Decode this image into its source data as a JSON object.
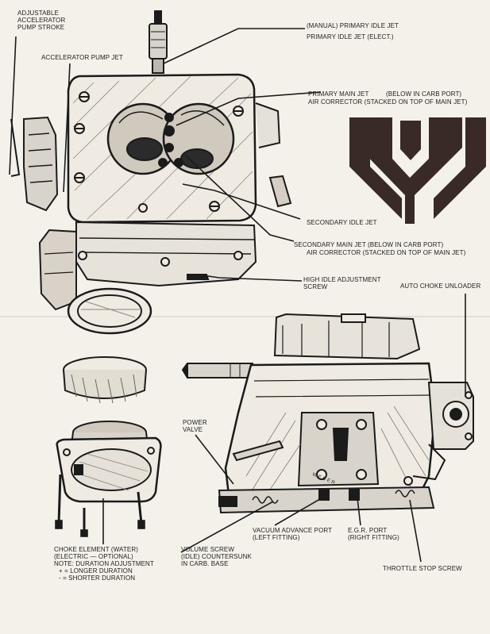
{
  "labels": {
    "adjustable_pump_stroke": [
      "ADJUSTABLE",
      "ACCELERATOR",
      "PUMP STROKE"
    ],
    "accelerator_pump_jet": "ACCELERATOR PUMP JET",
    "manual_primary_idle_jet": "(MANUAL) PRIMARY IDLE JET",
    "elect_primary_idle_jet": "PRIMARY IDLE JET (ELECT.)",
    "primary_main_jet": "PRIMARY MAIN JET",
    "below_in_carb_port": "(BELOW IN CARB PORT)",
    "air_corrector_primary": "AIR CORRECTOR (STACKED ON TOP OF MAIN JET)",
    "secondary_idle_jet": "SECONDARY IDLE JET",
    "secondary_main_jet": "SECONDARY MAIN JET (BELOW IN CARB PORT)",
    "air_corrector_secondary": "AIR CORRECTOR (STACKED ON TOP OF MAIN JET)",
    "high_idle_screw": [
      "HIGH IDLE ADJUSTMENT",
      "SCREW"
    ],
    "auto_choke_unloader": "AUTO CHOKE UNLOADER",
    "power_valve": [
      "POWER",
      "VALVE"
    ],
    "choke_element": [
      "CHOKE ELEMENT (WATER)",
      "(ELECTRIC — OPTIONAL)",
      "NOTE: DURATION ADJUSTMENT",
      "+ = LONGER DURATION",
      "- = SHORTER DURATION"
    ],
    "volume_screw": [
      "VOLUME SCREW",
      "(IDLE) COUNTERSUNK",
      "IN CARB. BASE"
    ],
    "vacuum_advance_port": [
      "VACUUM ADVANCE PORT",
      "(LEFT FITTING)"
    ],
    "egr_port": [
      "E.G.R. PORT",
      "(RIGHT FITTING)"
    ],
    "throttle_stop_screw": "THROTTLE STOP SCREW",
    "stamp_text": "WEBER"
  },
  "colors": {
    "ink": "#1b1b1b",
    "paper": "#f4f1ea",
    "logo": "#3a2a26"
  }
}
